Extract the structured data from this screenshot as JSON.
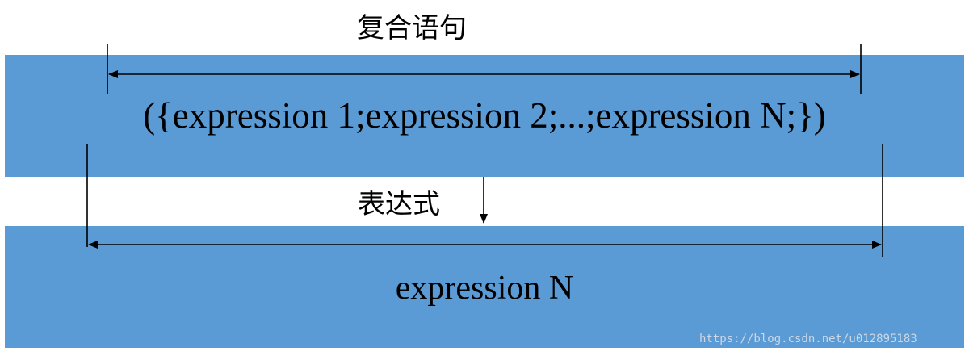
{
  "diagram": {
    "compound_label": "复合语句",
    "compound_statement": "({expression 1;expression 2;...;expression N;})",
    "expression_label": "表达式",
    "result_expression": "expression N",
    "watermark": "https://blog.csdn.net/u012895183"
  },
  "colors": {
    "band": "#5b9bd5",
    "line": "#000000",
    "watermark": "#cfd7e3"
  }
}
